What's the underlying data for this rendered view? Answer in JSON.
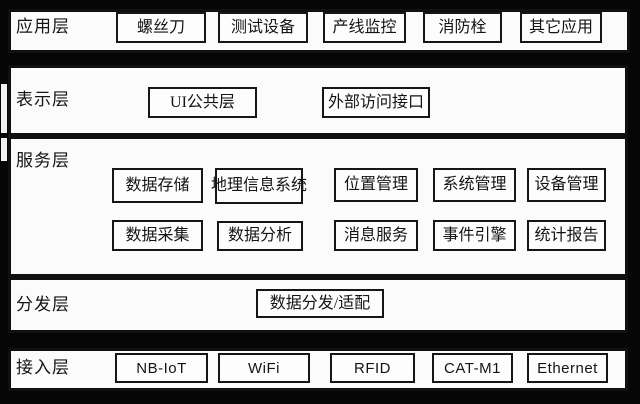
{
  "diagram_type": "layered-architecture",
  "colors": {
    "background": "#060606",
    "band_fill": "#fbfbfb",
    "border": "#101010",
    "text": "#141414"
  },
  "layers": {
    "application": {
      "label": "应用层",
      "nodes": [
        "螺丝刀",
        "测试设备",
        "产线监控",
        "消防栓",
        "其它应用"
      ]
    },
    "presentation": {
      "label": "表示层",
      "nodes": [
        "UI公共层",
        "外部访问接口"
      ]
    },
    "service": {
      "label": "服务层",
      "rows": [
        [
          "数据存储",
          "地理信息系统",
          "位置管理",
          "系统管理",
          "设备管理"
        ],
        [
          "数据采集",
          "数据分析",
          "消息服务",
          "事件引擎",
          "统计报告"
        ]
      ]
    },
    "distribution": {
      "label": "分发层",
      "nodes": [
        "数据分发/适配"
      ]
    },
    "access": {
      "label": "接入层",
      "nodes": [
        "NB-IoT",
        "WiFi",
        "RFID",
        "CAT-M1",
        "Ethernet"
      ]
    }
  }
}
